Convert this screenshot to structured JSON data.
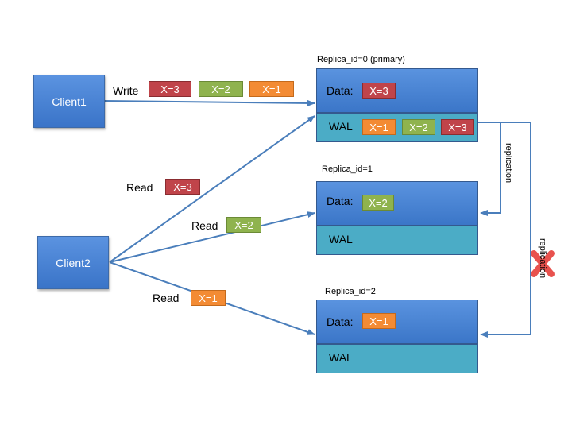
{
  "clients": {
    "client1": "Client1",
    "client2": "Client2"
  },
  "write": {
    "label": "Write",
    "values": [
      "X=3",
      "X=2",
      "X=1"
    ]
  },
  "reads": [
    {
      "label": "Read",
      "value": "X=3"
    },
    {
      "label": "Read",
      "value": "X=2"
    },
    {
      "label": "Read",
      "value": "X=1"
    }
  ],
  "replicas": [
    {
      "title": "Replica_id=0 (primary)",
      "data_label": "Data:",
      "data_value": "X=3",
      "wal_label": "WAL",
      "wal_entries": [
        "X=1",
        "X=2",
        "X=3"
      ]
    },
    {
      "title": "Replica_id=1",
      "data_label": "Data:",
      "data_value": "X=2",
      "wal_label": "WAL"
    },
    {
      "title": "Replica_id=2",
      "data_label": "Data:",
      "data_value": "X=1",
      "wal_label": "WAL"
    }
  ],
  "replication": {
    "label1": "replication",
    "label2": "replication",
    "failed_icon": "red-x-icon"
  },
  "colors": {
    "x3": "#c0444a",
    "x2": "#8fb34e",
    "x1": "#f38b34",
    "arrow": "#4a7ebb",
    "wal": "#4bacc6",
    "data": "#4a85d6"
  }
}
